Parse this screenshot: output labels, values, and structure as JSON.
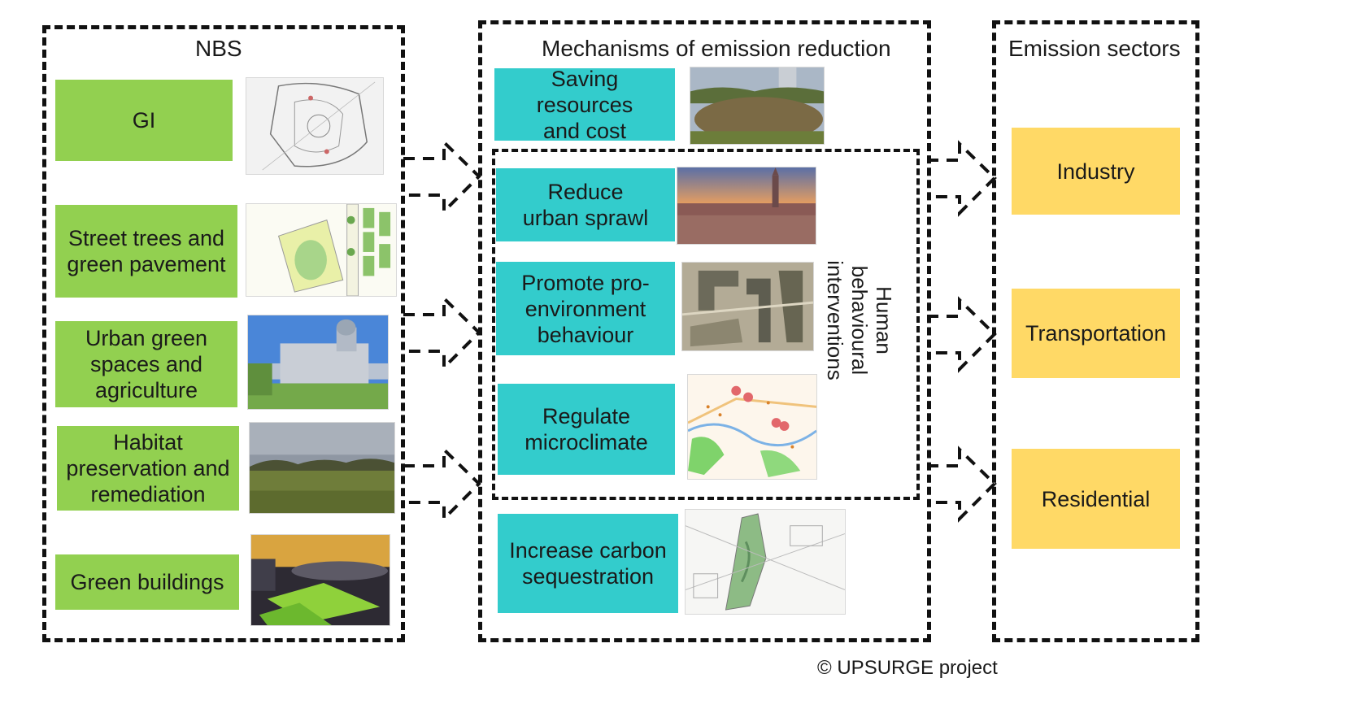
{
  "columns": {
    "nbs": {
      "title": "NBS",
      "items": [
        {
          "label": "GI"
        },
        {
          "label": "Street trees and green pavement"
        },
        {
          "label": "Urban green spaces and agriculture"
        },
        {
          "label": "Habitat preservation and remediation"
        },
        {
          "label": "Green buildings"
        }
      ]
    },
    "mechanisms": {
      "title": "Mechanisms of emission reduction",
      "items": [
        {
          "label": "Saving resources and cost"
        },
        {
          "label": "Reduce urban sprawl"
        },
        {
          "label": "Promote pro-environment behaviour"
        },
        {
          "label": "Regulate microclimate"
        },
        {
          "label": "Increase carbon sequestration"
        }
      ],
      "group_label": "Human behavioural interventions"
    },
    "sectors": {
      "title": "Emission sectors",
      "items": [
        {
          "label": "Industry"
        },
        {
          "label": "Transportation"
        },
        {
          "label": "Residential"
        }
      ]
    }
  },
  "credit": "© UPSURGE project",
  "colors": {
    "nbs_box": "#92d050",
    "mechanism_box": "#33cccc",
    "sector_box": "#ffd966",
    "border": "#111111"
  }
}
